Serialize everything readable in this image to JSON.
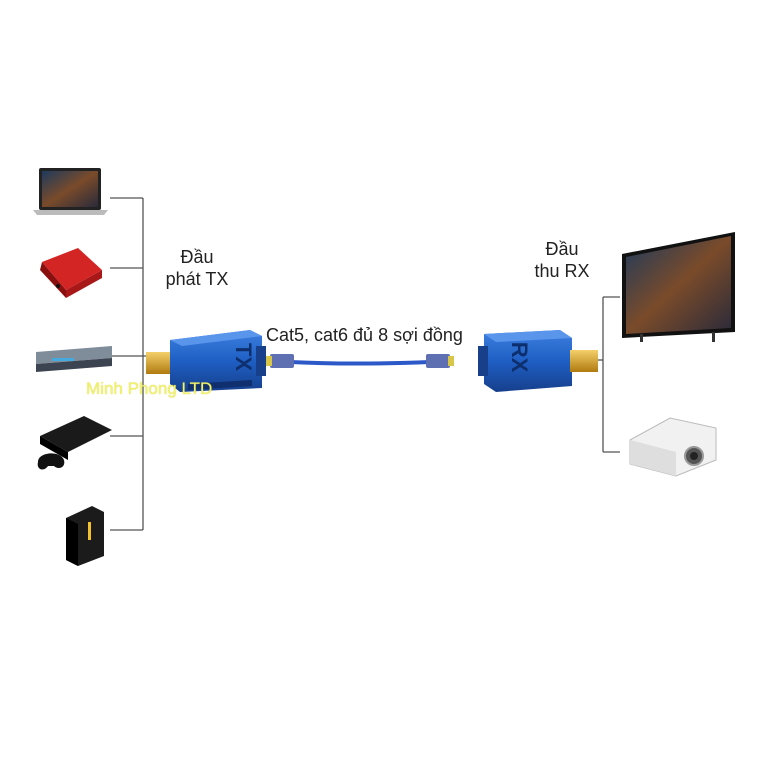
{
  "tx_label": {
    "line1": "Đầu",
    "line2": "phát TX"
  },
  "rx_label": {
    "line1": "Đầu",
    "line2": "thu RX"
  },
  "cable_label": "Cat5, cat6 đủ 8 sợi đồng",
  "watermark": "Minh Phong LTD",
  "tx_device_text": "TX",
  "rx_device_text": "RX",
  "sources": [
    "laptop-icon",
    "tv-box-icon",
    "dvd-player-icon",
    "game-console-icon",
    "desktop-pc-icon"
  ],
  "outputs": [
    "tv-icon",
    "projector-icon"
  ],
  "colors": {
    "extender_blue": "#1f5fc4",
    "cable_blue": "#2c58c8",
    "hdmi_gold": "#d9a21f",
    "connector_line": "#555555"
  }
}
